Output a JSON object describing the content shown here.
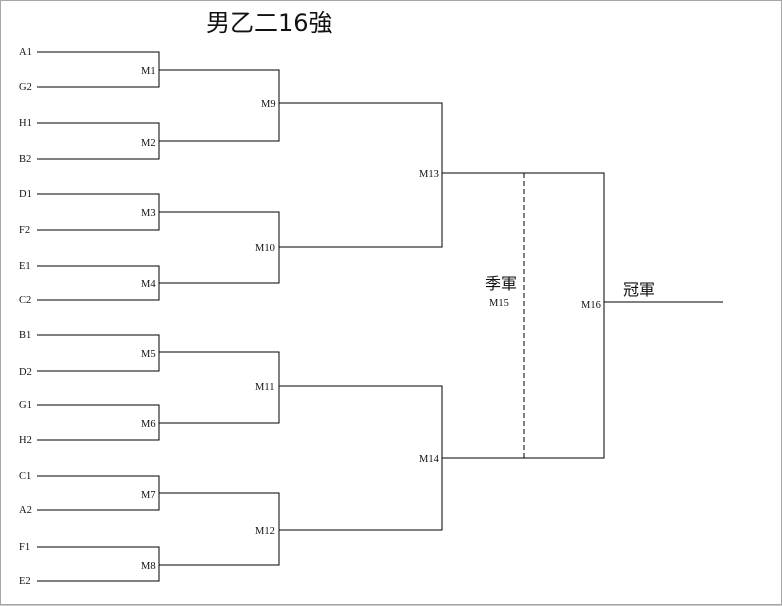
{
  "title": "男乙二16強",
  "teams": [
    "A1",
    "G2",
    "H1",
    "B2",
    "D1",
    "F2",
    "E1",
    "C2",
    "B1",
    "D2",
    "G1",
    "H2",
    "C1",
    "A2",
    "F1",
    "E2"
  ],
  "round1": [
    "M1",
    "M2",
    "M3",
    "M4",
    "M5",
    "M6",
    "M7",
    "M8"
  ],
  "round2": [
    "M9",
    "M10",
    "M11",
    "M12"
  ],
  "semis": [
    "M13",
    "M14"
  ],
  "third_place": {
    "label": "季軍",
    "match": "M15"
  },
  "final": {
    "label": "冠軍",
    "match": "M16"
  }
}
